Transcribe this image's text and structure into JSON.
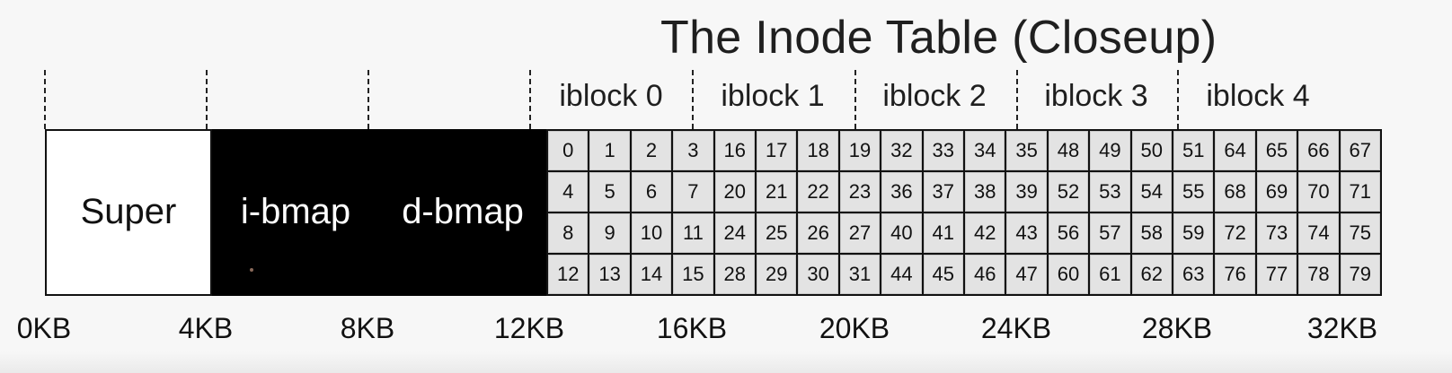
{
  "title": "The Inode Table (Closeup)",
  "regions": {
    "super": "Super",
    "ibmap": "i-bmap",
    "dbmap": "d-bmap"
  },
  "iblocks": [
    "iblock 0",
    "iblock 1",
    "iblock 2",
    "iblock 3",
    "iblock 4"
  ],
  "inode_rows": [
    [
      "0",
      "1",
      "2",
      "3",
      "16",
      "17",
      "18",
      "19",
      "32",
      "33",
      "34",
      "35",
      "48",
      "49",
      "50",
      "51",
      "64",
      "65",
      "66",
      "67"
    ],
    [
      "4",
      "5",
      "6",
      "7",
      "20",
      "21",
      "22",
      "23",
      "36",
      "37",
      "38",
      "39",
      "52",
      "53",
      "54",
      "55",
      "68",
      "69",
      "70",
      "71"
    ],
    [
      "8",
      "9",
      "10",
      "11",
      "24",
      "25",
      "26",
      "27",
      "40",
      "41",
      "42",
      "43",
      "56",
      "57",
      "58",
      "59",
      "72",
      "73",
      "74",
      "75"
    ],
    [
      "12",
      "13",
      "14",
      "15",
      "28",
      "29",
      "30",
      "31",
      "44",
      "45",
      "46",
      "47",
      "60",
      "61",
      "62",
      "63",
      "76",
      "77",
      "78",
      "79"
    ]
  ],
  "axis_labels": [
    "0KB",
    "4KB",
    "8KB",
    "12KB",
    "16KB",
    "20KB",
    "24KB",
    "28KB",
    "32KB"
  ],
  "colors": {
    "inode_cell": "#e3e3e3",
    "bitmap_fill": "#000000",
    "super_fill": "#ffffff"
  }
}
